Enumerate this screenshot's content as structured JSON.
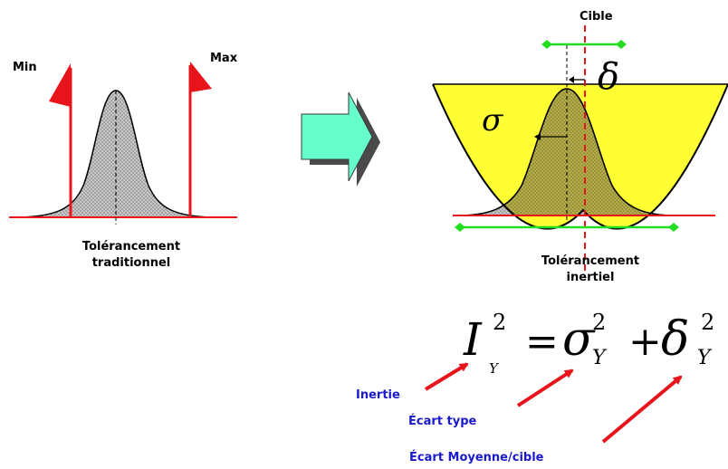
{
  "left_panel": {
    "min_label": "Min",
    "max_label": "Max",
    "caption_line1": "Tolérancement",
    "caption_line2": "traditionnel"
  },
  "right_panel": {
    "cible_label": "Cible",
    "sigma_symbol": "σ",
    "delta_symbol": "δ",
    "caption_line1": "Tolérancement",
    "caption_line2": "inertiel"
  },
  "formula": {
    "lhs_var": "I",
    "lhs_exp": "2",
    "lhs_sub": "Y",
    "equals": "=",
    "sigma": "σ",
    "sigma_exp": "2",
    "sigma_sub": "Y",
    "plus": "+",
    "delta": "δ",
    "delta_exp": "2",
    "delta_sub": "Y"
  },
  "annotations": {
    "inertie": "Inertie",
    "ecart_type": "Écart type",
    "ecart_moyenne": "Écart Moyenne/cible"
  },
  "colors": {
    "red": "#e8141c",
    "green": "#22dd22",
    "yellow": "#ffff33",
    "gray_fill": "#bfbfbf",
    "arrow_face": "#66ffcc",
    "annotation_blue": "#1a1acc"
  }
}
